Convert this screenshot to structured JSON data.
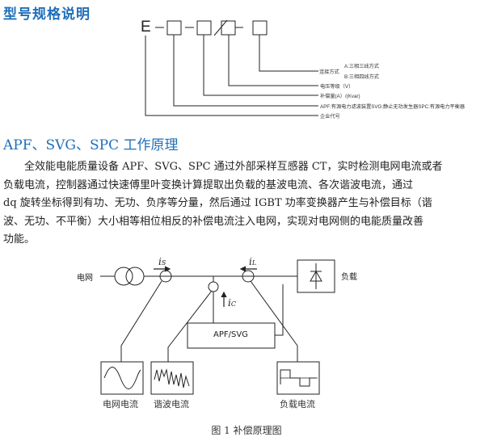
{
  "section1": {
    "title": "型号规格说明",
    "code_prefix": "E",
    "labels": [
      "连接方式",
      "A:三相三线方式",
      "B:三相四线方式",
      "电压等级（V）",
      "补偿量(A）/(Kvar)",
      "APF:有源电力滤波装置SVG:静止无功发生器SPC:有源电力平衡器",
      "企业代号"
    ]
  },
  "section2": {
    "title": "APF、SVG、SPC 工作原理",
    "paragraph_lines": [
      "全效能电能质量设备 APF、SVG、SPC 通过外部采样互感器 CT，实时检测电网电流或者",
      "负载电流，控制器通过快速傅里叶变换计算提取出负载的基波电流、各次谐波电流，通过",
      "dq 旋转坐标得到有功、无功、负序等分量，然后通过 IGBT 功率变换器产生与补偿目标（谐",
      "波、无功、不平衡）大小相等相位相反的补偿电流注入电网，实现对电网侧的电能质量改善",
      "功能。"
    ]
  },
  "diagram": {
    "grid_label": "电网",
    "load_label": "负载",
    "device_label": "APF/SVG",
    "is_symbol": "i",
    "is_sub": "S",
    "il_symbol": "i",
    "il_sub": "L",
    "ic_symbol": "i",
    "ic_sub": "C",
    "wave_grid": "电网电流",
    "wave_harmonic": "谐波电流",
    "wave_load": "负载电流",
    "caption": "图 1  补偿原理图"
  }
}
